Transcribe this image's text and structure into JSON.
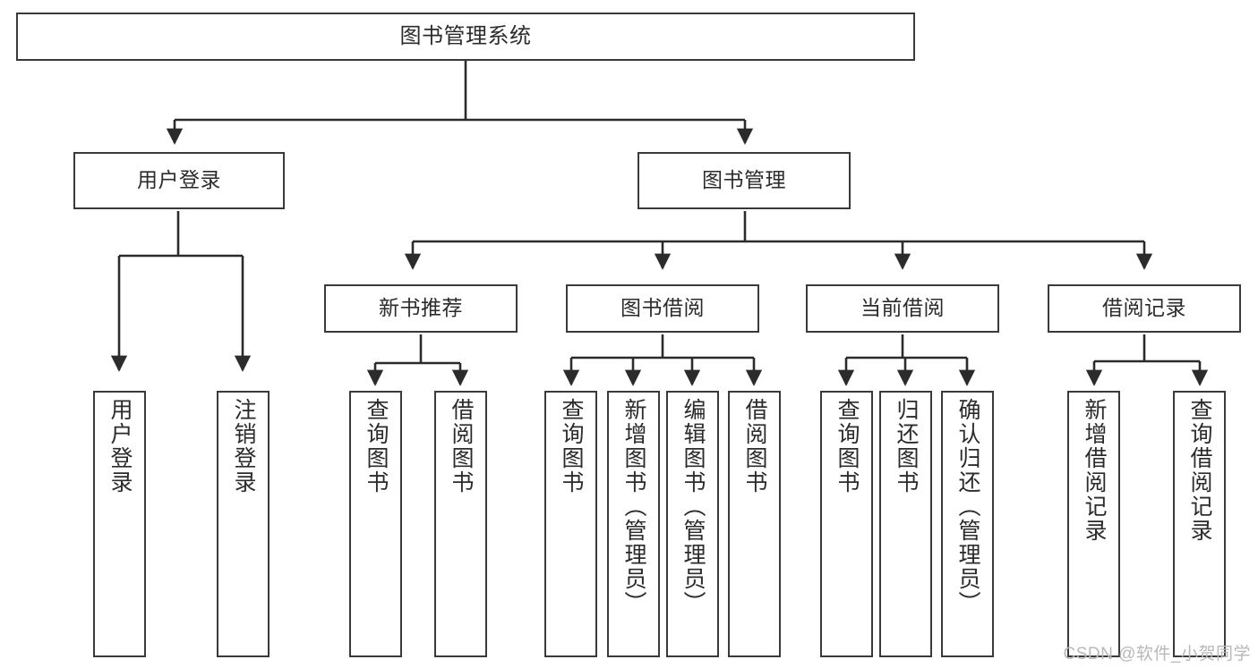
{
  "diagram": {
    "title": "图书管理系统",
    "type": "tree-hierarchy",
    "theme": {
      "background": "#ffffff",
      "box_border": "#3a3a3a",
      "box_fill": "#ffffff",
      "connector": "#2b2b2b",
      "text": "#2b2b2b",
      "watermark": "#b8b8b8"
    },
    "nodes": {
      "root": {
        "label": "图书管理系统"
      },
      "level2": [
        {
          "label": "用户登录"
        },
        {
          "label": "图书管理"
        }
      ],
      "level3": [
        {
          "label": "新书推荐"
        },
        {
          "label": "图书借阅"
        },
        {
          "label": "当前借阅"
        },
        {
          "label": "借阅记录"
        }
      ],
      "leaves_user_login": [
        {
          "label": "用户登录"
        },
        {
          "label": "注销登录"
        }
      ],
      "leaves_new_books": [
        {
          "label": "查询图书"
        },
        {
          "label": "借阅图书"
        }
      ],
      "leaves_borrow": [
        {
          "label": "查询图书"
        },
        {
          "label": "新增图书（管理员）"
        },
        {
          "label": "编辑图书（管理员）"
        },
        {
          "label": "借阅图书"
        }
      ],
      "leaves_current": [
        {
          "label": "查询图书"
        },
        {
          "label": "归还图书"
        },
        {
          "label": "确认归还（管理员）"
        }
      ],
      "leaves_records": [
        {
          "label": "新增借阅记录"
        },
        {
          "label": "查询借阅记录"
        }
      ]
    }
  },
  "watermark": {
    "text": "CSDN @软件_小贺同学"
  }
}
